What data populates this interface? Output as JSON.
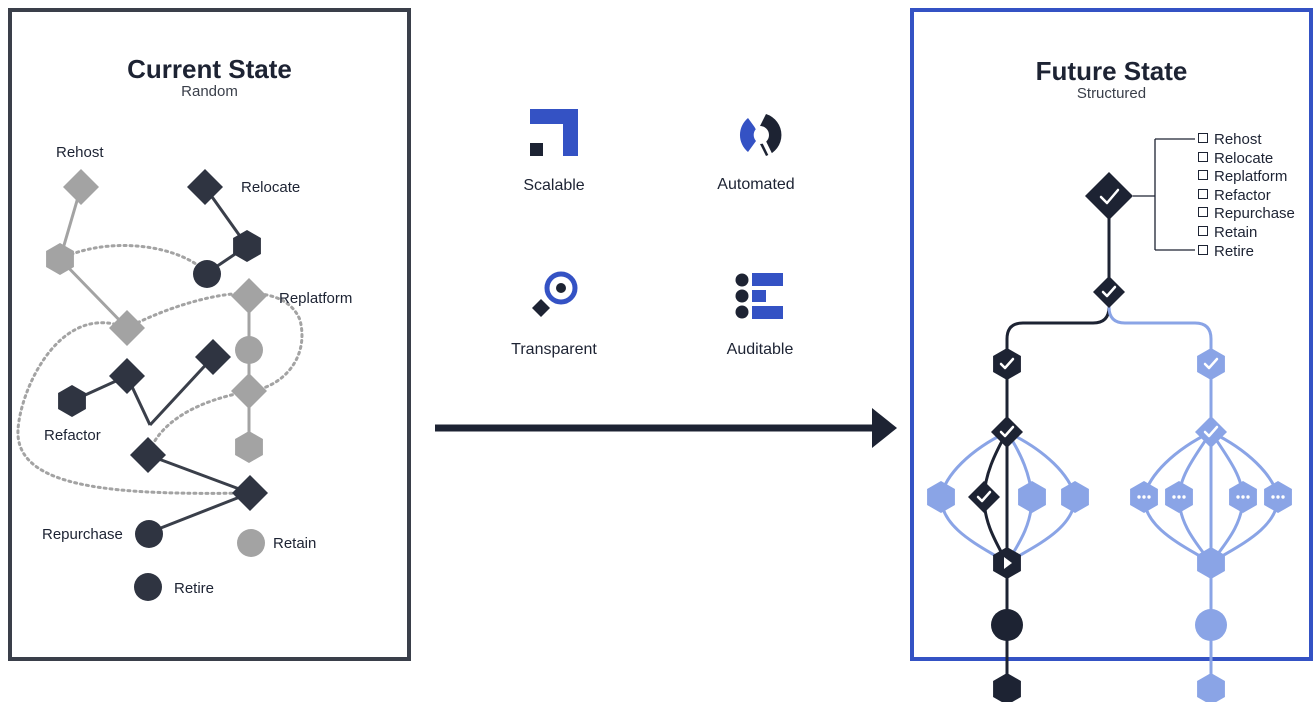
{
  "current_state": {
    "title": "Current State",
    "subtitle": "Random",
    "labels": {
      "rehost": "Rehost",
      "relocate": "Relocate",
      "replatform": "Replatform",
      "refactor": "Refactor",
      "repurchase": "Repurchase",
      "retain": "Retain",
      "retire": "Retire"
    }
  },
  "features": [
    {
      "label": "Scalable",
      "icon": "scalable-icon"
    },
    {
      "label": "Automated",
      "icon": "automated-icon"
    },
    {
      "label": "Transparent",
      "icon": "transparent-icon"
    },
    {
      "label": "Auditable",
      "icon": "auditable-icon"
    }
  ],
  "future_state": {
    "title": "Future State",
    "subtitle": "Structured",
    "checklist": [
      "Rehost",
      "Relocate",
      "Replatform",
      "Refactor",
      "Repurchase",
      "Retain",
      "Retire"
    ]
  },
  "colors": {
    "navy": "#1d2333",
    "gray": "#a3a3a3",
    "blue": "#3452c4",
    "light_blue": "#8aa4e6",
    "panel_border": "#3a3f4a"
  }
}
